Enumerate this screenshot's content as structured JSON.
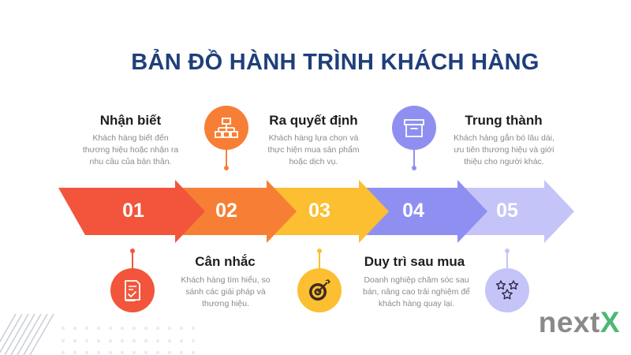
{
  "title": "BẢN ĐỒ HÀNH TRÌNH KHÁCH HÀNG",
  "steps": [
    {
      "number": "01",
      "heading": "Nhận biết",
      "description": "Khách hàng biết đến thương hiệu hoặc nhận ra nhu cầu của bản thân.",
      "color": "#f2553b",
      "icon": "certificate-icon"
    },
    {
      "number": "02",
      "heading": "Cân nhắc",
      "description": "Khách hàng tìm hiểu, so sánh các giải pháp và thương hiệu.",
      "color": "#f77f35",
      "icon": "sitemap-icon"
    },
    {
      "number": "03",
      "heading": "Ra quyết định",
      "description": "Khách hàng lựa chọn và thực hiện mua sản phẩm hoặc dịch vụ.",
      "color": "#fbbf31",
      "icon": "target-icon"
    },
    {
      "number": "04",
      "heading": "Duy trì sau mua",
      "description": "Doanh nghiệp chăm sóc sau bán, nâng cao trải nghiệm để khách hàng quay lại.",
      "color": "#8f8ff2",
      "icon": "archive-box-icon"
    },
    {
      "number": "05",
      "heading": "Trung thành",
      "description": "Khách hàng gắn bó lâu dài, ưu tiên thương hiệu và giới thiệu cho người khác.",
      "color": "#c4c4f8",
      "icon": "stars-icon"
    }
  ],
  "logo": {
    "text_main": "next",
    "text_accent": "X",
    "main_color": "#8a8a8a",
    "accent_color": "#4cb877"
  }
}
